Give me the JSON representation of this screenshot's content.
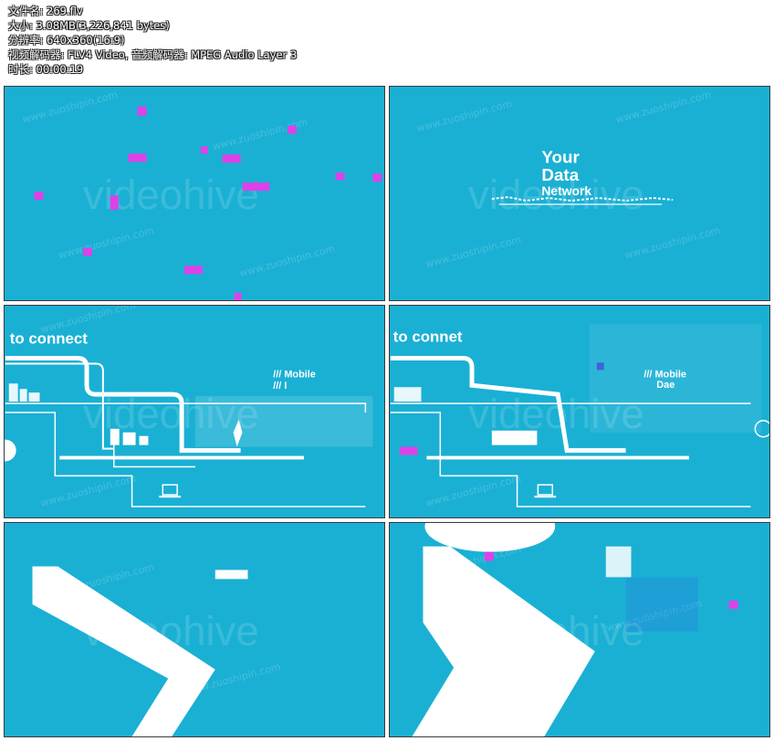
{
  "file_info": {
    "filename": "文件名: 269.flv",
    "size": "大小: 3.08MB(3,226,841 bytes)",
    "resolution": "分辨率: 640x360(16:9)",
    "codecs": "视频解码器: FLV4 Video, 音频解码器: MPEG Audio Layer 3",
    "duration": "时长: 00:00:19"
  },
  "watermark": "www.zuoshipin.com",
  "ghost_logo": "videohive",
  "colors": {
    "background": "#1ab0d4",
    "accent_magenta": "#e040e8",
    "white": "#ffffff"
  },
  "frames": [
    {
      "id": 1,
      "caption": ""
    },
    {
      "id": 2,
      "caption": "",
      "text_lines": [
        "Your",
        "Data",
        "Network"
      ]
    },
    {
      "id": 3,
      "caption": "",
      "headline": "to connect",
      "side_lines": [
        "/// Mobile",
        "/// I"
      ]
    },
    {
      "id": 4,
      "caption": "",
      "headline": "to connet",
      "side_lines": [
        "/// Mobile",
        "Dae"
      ]
    },
    {
      "id": 5,
      "caption": ""
    },
    {
      "id": 6,
      "caption": ""
    }
  ]
}
